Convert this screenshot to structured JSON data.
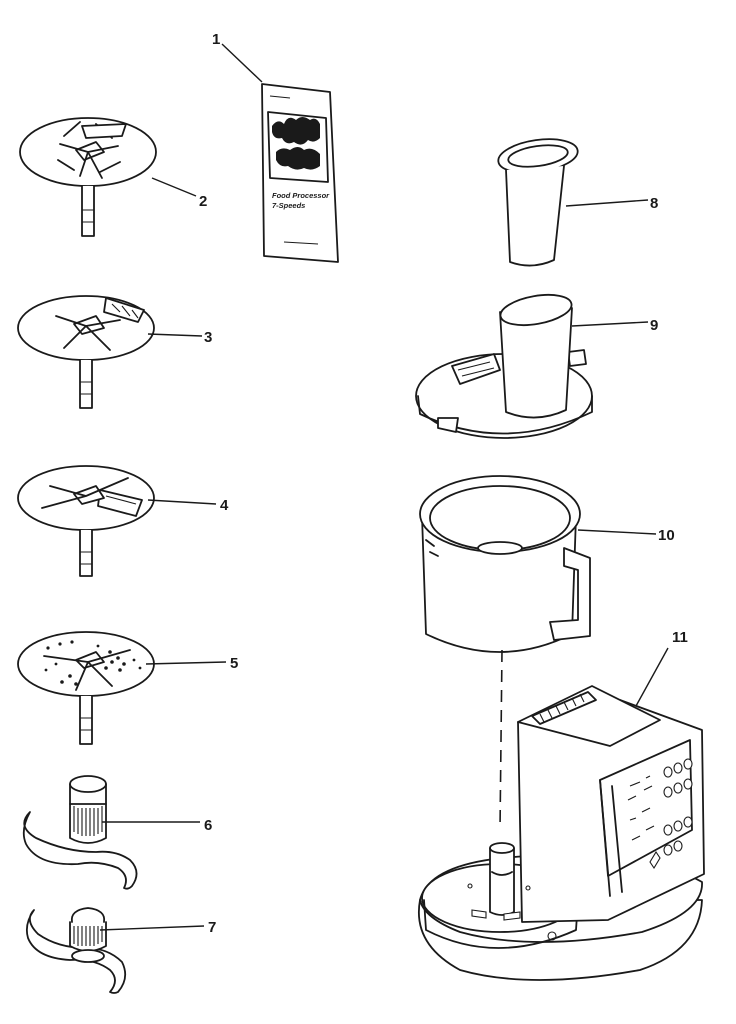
{
  "diagram": {
    "parts": [
      {
        "number": "1",
        "name": "instruction-booklet"
      },
      {
        "number": "2",
        "name": "slicing-disc-thick"
      },
      {
        "number": "3",
        "name": "slicing-disc-thin"
      },
      {
        "number": "4",
        "name": "slicing-disc-slot"
      },
      {
        "number": "5",
        "name": "shredding-disc"
      },
      {
        "number": "6",
        "name": "chopping-blade"
      },
      {
        "number": "7",
        "name": "dough-blade"
      },
      {
        "number": "8",
        "name": "food-pusher"
      },
      {
        "number": "9",
        "name": "bowl-cover"
      },
      {
        "number": "10",
        "name": "work-bowl"
      },
      {
        "number": "11",
        "name": "motor-base"
      }
    ],
    "booklet": {
      "line1": "Food Processor",
      "line2": "7-Speeds"
    }
  }
}
